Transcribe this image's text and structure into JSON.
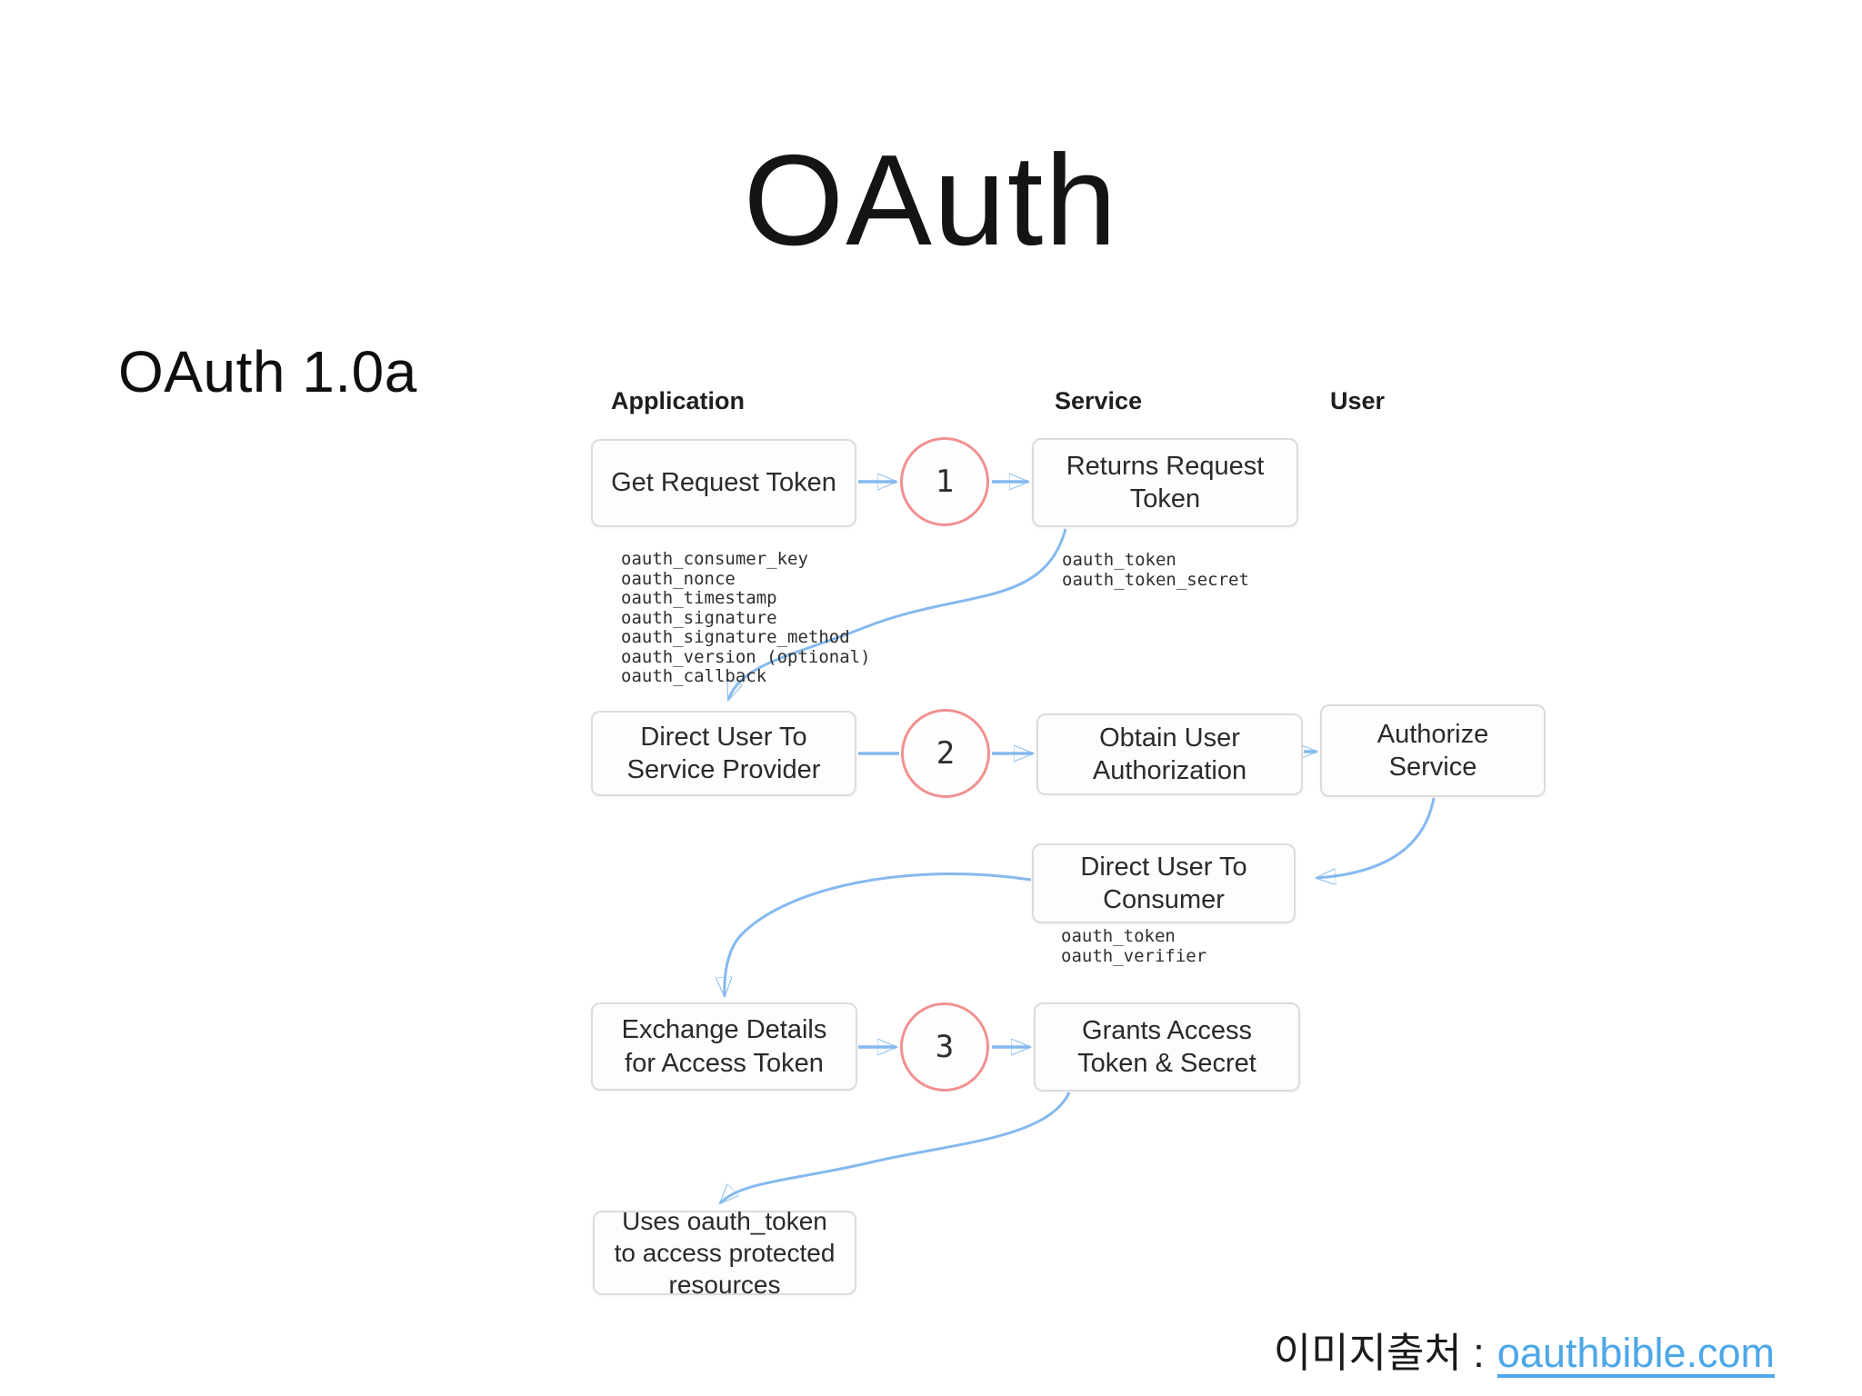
{
  "page": {
    "title": "OAuth",
    "section_label": "OAuth 1.0a"
  },
  "diagram": {
    "column_headers": [
      "Application",
      "Service",
      "User"
    ],
    "nodes": [
      {
        "id": "get-request-token",
        "label": "Get Request Token"
      },
      {
        "id": "returns-request-token",
        "label": "Returns Request Token"
      },
      {
        "id": "direct-user-to-service-provider",
        "label": "Direct User To Service Provider"
      },
      {
        "id": "obtain-user-authorization",
        "label": "Obtain User Authorization"
      },
      {
        "id": "authorize-service",
        "label": "Authorize Service"
      },
      {
        "id": "direct-user-to-consumer",
        "label": "Direct User To Consumer"
      },
      {
        "id": "exchange-details-for-access-token",
        "label": "Exchange Details for Access Token"
      },
      {
        "id": "grants-access-token-and-secret",
        "label": "Grants Access Token & Secret"
      },
      {
        "id": "uses-oauth-token",
        "label": "Uses oauth_token to access protected resources"
      }
    ],
    "step_badges": [
      "1",
      "2",
      "3"
    ],
    "param_lists": {
      "request_token_params": [
        "oauth_consumer_key",
        "oauth_nonce",
        "oauth_timestamp",
        "oauth_signature",
        "oauth_signature_method",
        "oauth_version (optional)",
        "oauth_callback"
      ],
      "request_token_response": [
        "oauth_token",
        "oauth_token_secret"
      ],
      "consumer_redirect_params": [
        "oauth_token",
        "oauth_verifier"
      ]
    }
  },
  "footer": {
    "source_label": "이미지출처 :",
    "source_link": "oauthbible.com"
  },
  "colors": {
    "arrow": "#85b9ef",
    "step_circle_border": "#f29090",
    "box_border": "#dcdcdc",
    "link": "#4da7e8",
    "text": "#262626"
  }
}
